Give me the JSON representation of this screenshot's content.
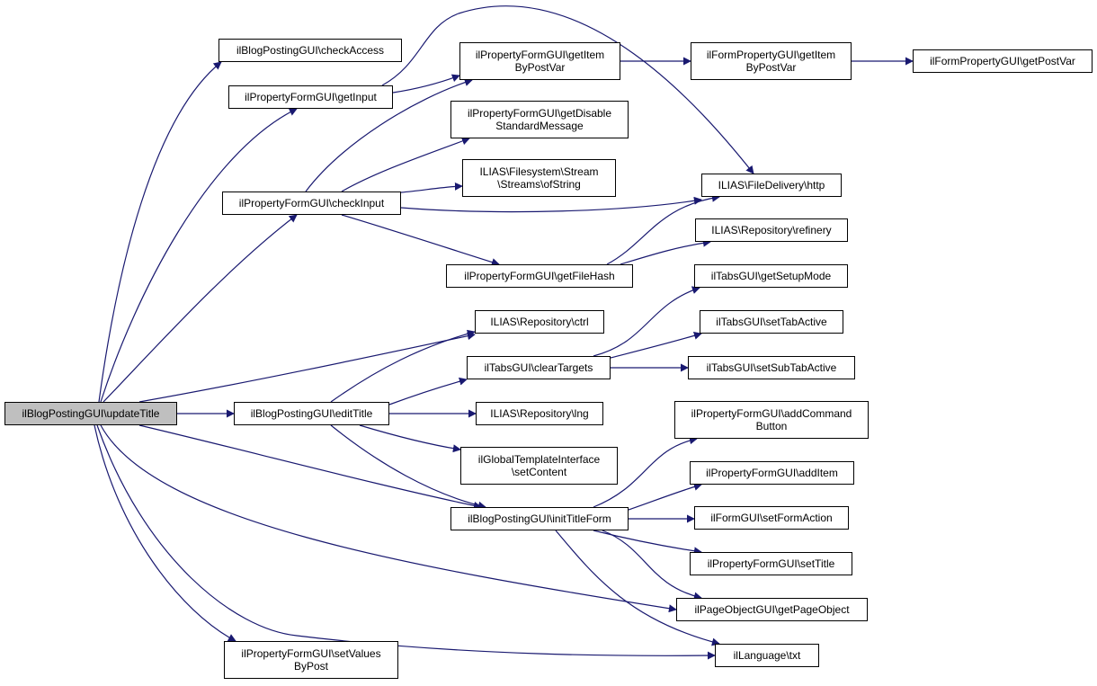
{
  "graph": {
    "edge_color": "#191970",
    "root_fill": "#bfbfbf",
    "nodes": {
      "root": [
        "ilBlogPostingGUI\\updateTitle"
      ],
      "check_access": [
        "ilBlogPostingGUI\\checkAccess"
      ],
      "get_input": [
        "ilPropertyFormGUI\\getInput"
      ],
      "check_input": [
        "ilPropertyFormGUI\\checkInput"
      ],
      "edit_title": [
        "ilBlogPostingGUI\\editTitle"
      ],
      "set_values_by_post": [
        "ilPropertyFormGUI\\setValues",
        "ByPost"
      ],
      "get_item_by_post_var": [
        "ilPropertyFormGUI\\getItem",
        "ByPostVar"
      ],
      "get_disable_standard_message": [
        "ilPropertyFormGUI\\getDisable",
        "StandardMessage"
      ],
      "streams_of_string": [
        "ILIAS\\Filesystem\\Stream",
        "\\Streams\\ofString"
      ],
      "get_file_hash": [
        "ilPropertyFormGUI\\getFileHash"
      ],
      "repo_ctrl": [
        "ILIAS\\Repository\\ctrl"
      ],
      "clear_targets": [
        "ilTabsGUI\\clearTargets"
      ],
      "repo_lng": [
        "ILIAS\\Repository\\lng"
      ],
      "set_content": [
        "ilGlobalTemplateInterface",
        "\\setContent"
      ],
      "init_title_form": [
        "ilBlogPostingGUI\\initTitleForm"
      ],
      "form_prop_get_item_by_post_var": [
        "ilFormPropertyGUI\\getItem",
        "ByPostVar"
      ],
      "form_prop_get_post_var": [
        "ilFormPropertyGUI\\getPostVar"
      ],
      "file_delivery_http": [
        "ILIAS\\FileDelivery\\http"
      ],
      "repo_refinery": [
        "ILIAS\\Repository\\refinery"
      ],
      "tabs_get_setup_mode": [
        "ilTabsGUI\\getSetupMode"
      ],
      "tabs_set_tab_active": [
        "ilTabsGUI\\setTabActive"
      ],
      "tabs_set_sub_tab_active": [
        "ilTabsGUI\\setSubTabActive"
      ],
      "add_command_button": [
        "ilPropertyFormGUI\\addCommand",
        "Button"
      ],
      "add_item": [
        "ilPropertyFormGUI\\addItem"
      ],
      "set_form_action": [
        "ilFormGUI\\setFormAction"
      ],
      "set_title": [
        "ilPropertyFormGUI\\setTitle"
      ],
      "get_page_object": [
        "ilPageObjectGUI\\getPageObject"
      ],
      "language_txt": [
        "ilLanguage\\txt"
      ]
    }
  }
}
